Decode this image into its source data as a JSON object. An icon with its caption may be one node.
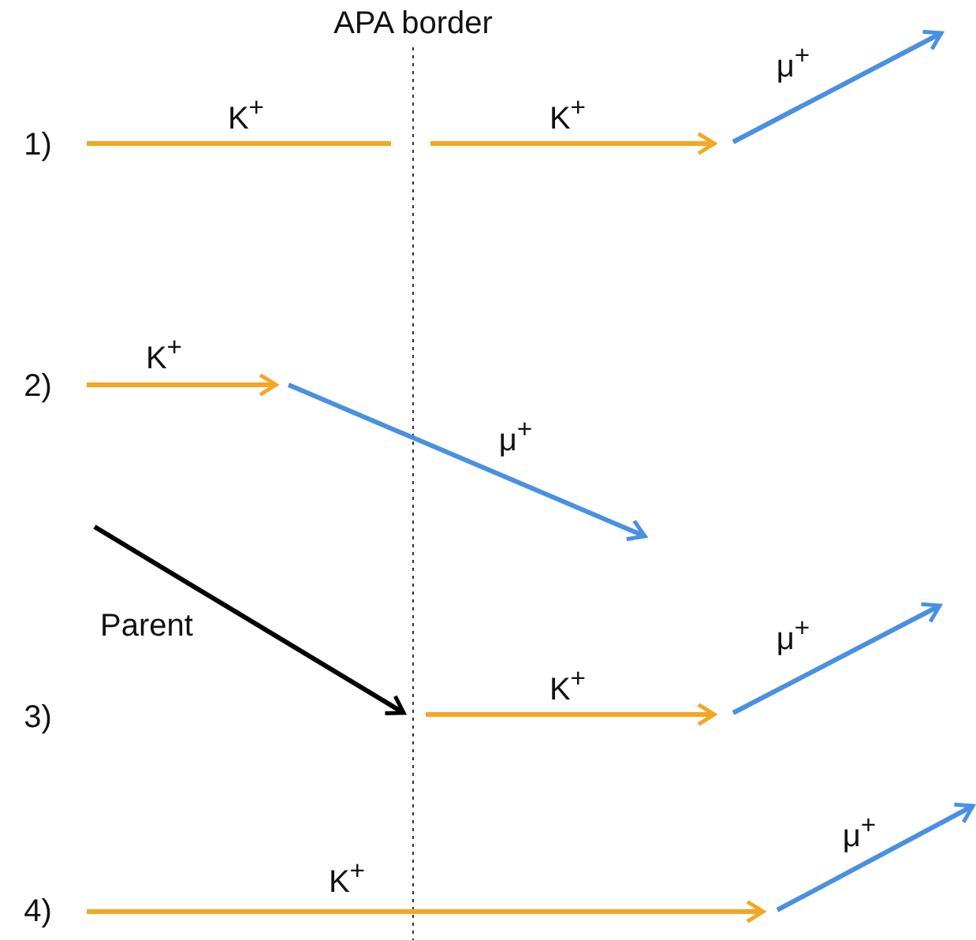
{
  "diagram": {
    "labels": [
      "APA border",
      "μ$^{+}$",
      "K$^{+}$",
      "K$^{+}$",
      "1)",
      "K$^{+}$",
      "2)",
      "μ$^{+}$",
      "Parent",
      "μ$^{+}$",
      "K$^{+}$",
      "3)",
      "μ$^{+}$",
      "K$^{+}$",
      "4)"
    ]
  }
}
